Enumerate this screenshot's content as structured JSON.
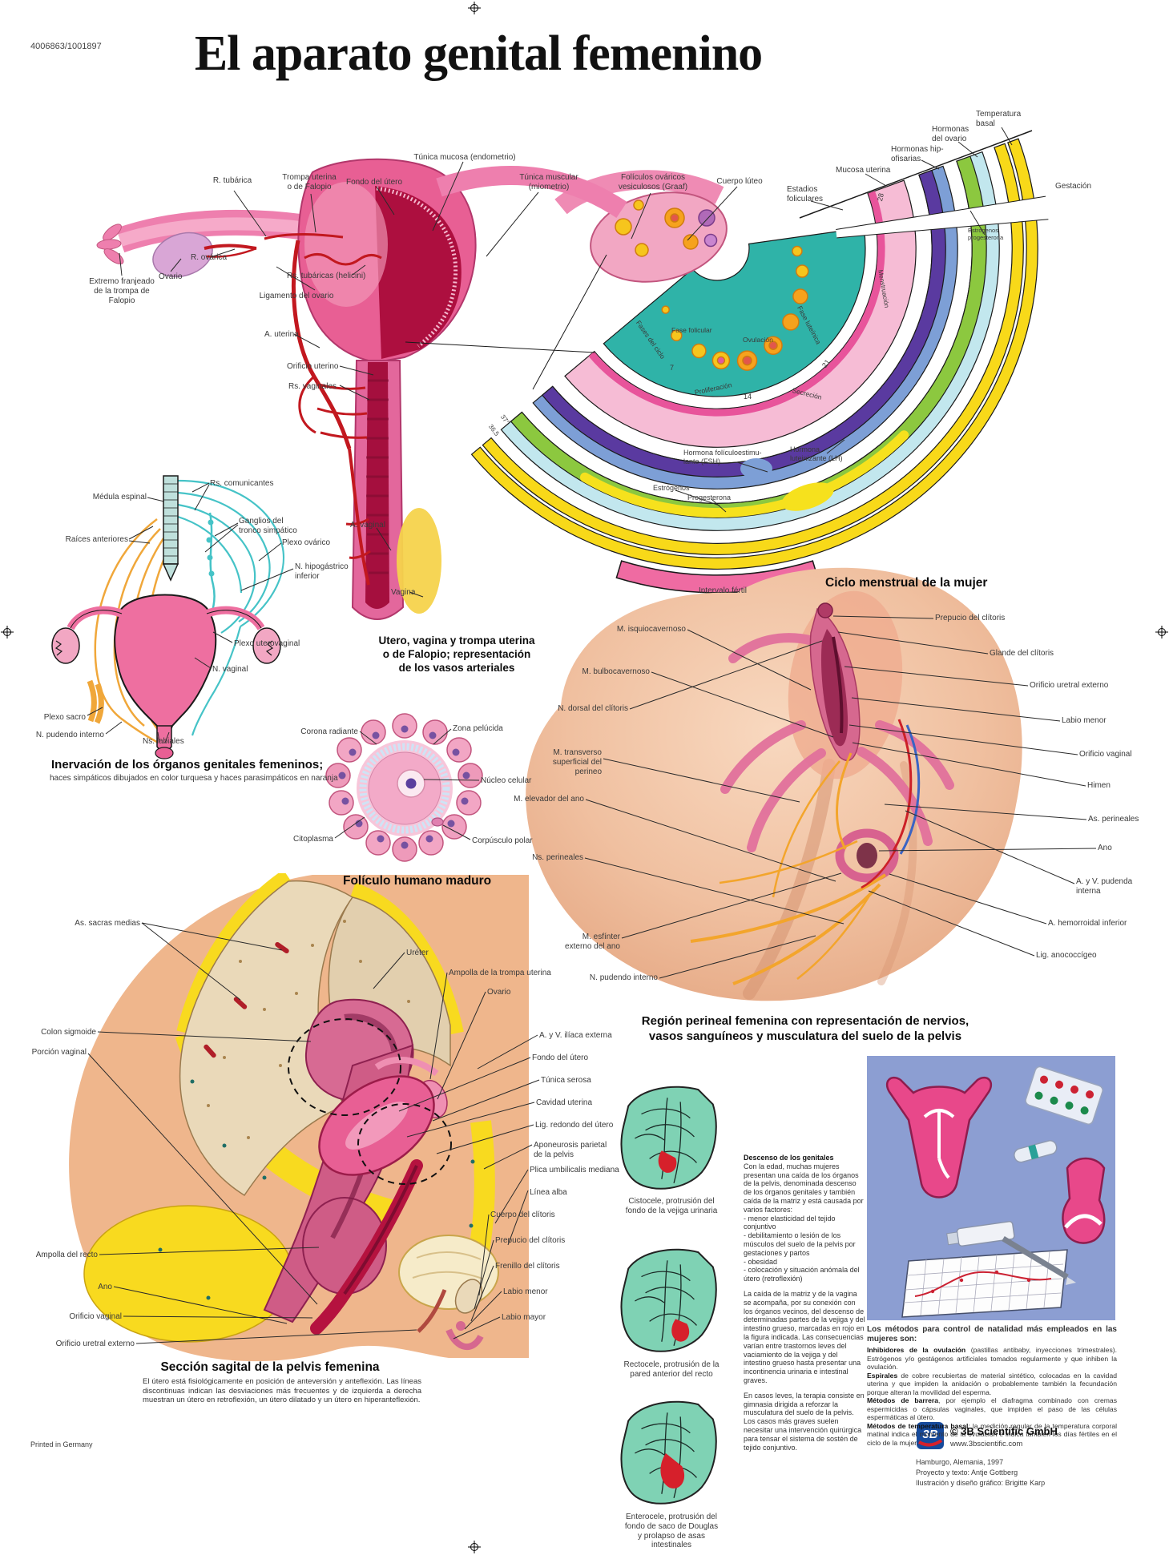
{
  "page": {
    "code": "4006863/1001897",
    "title": "El aparato genital femenino",
    "printed": "Printed in Germany"
  },
  "uterus": {
    "r_tubarica": "R. tubárica",
    "trompa": "Trompa uterina\no de Falopio",
    "fondo": "Fondo del útero",
    "tunica_mucosa": "Túnica mucosa (endometrio)",
    "tunica_muscular": "Túnica muscular\n(miometrio)",
    "foliculos": "Folículos ováricos\nvesiculosos (Graaf)",
    "cuerpo_luteo": "Cuerpo lúteo",
    "ligamento": "Ligamento del ovario",
    "r_ovarica": "R. ovárica",
    "ovario": "Ovario",
    "extremo": "Extremo franjeado\nde la trompa de\nFalopio",
    "rs_tubaricas": "Rs. tubáricas (helicini)",
    "a_uterina": "A. uterina",
    "orificio_uterino": "Orificio uterino",
    "rs_vaginales": "Rs. vaginales",
    "a_vaginal": "A. vaginal",
    "vagina": "Vagina",
    "caption": "Utero, vagina y trompa uterina\no de Falopio; representación\nde los vasos arteriales"
  },
  "cycle": {
    "estadios": "Estadios\nfoliculares",
    "mucosa": "Mucosa uterina",
    "hipofisarias": "Hormonas hip-\nofisarias",
    "hormonas_ovario": "Hormonas\ndel ovario",
    "temperatura": "Temperatura\nbasal",
    "gestacion": "Gestación",
    "estro_prog": "Estrógenos\nprogesterona",
    "fases": "Fases del ciclo",
    "fase_folicular": "Fase folicular",
    "ovulacion": "Ovulación",
    "fase_luteinica": "Fase luteínica",
    "menstruacion": "Menstruación",
    "proliferacion": "Proliferación",
    "secrecion": "Secreción",
    "fsh": "Hormona folículoestimu-\nlante (FSH)",
    "lh": "Hormona\nluteinizante (LH)",
    "estrogenos": "Estrógenos",
    "progesterona": "Progesterona",
    "intervalo": "Intervalo fértil",
    "t37": "37°",
    "t365": "36,5",
    "d7": "7",
    "d14": "14",
    "d21": "21",
    "d28": "28",
    "caption": "Ciclo menstrual de la mujer"
  },
  "innervation": {
    "medula": "Médula espinal",
    "comunicantes": "Rs. comunicantes",
    "ganglios": "Ganglios del\ntronco simpático",
    "raices": "Raíces anteriores",
    "plexo_ovarico": "Plexo ovárico",
    "hipogastrico": "N. hipogástrico\ninferior",
    "uterovaginal": "Plexo uterovaginal",
    "n_vaginal": "N. vaginal",
    "plexo_sacro": "Plexo sacro",
    "pudendo": "N. pudendo interno",
    "labiales": "Ns. labiales",
    "caption": "Inervación de los órganos genitales femeninos;",
    "subcaption": "haces simpáticos dibujados en color turquesa y haces parasimpáticos en naranja"
  },
  "follicle": {
    "corona": "Corona radiante",
    "zona": "Zona pelúcida",
    "nucleo": "Núcleo celular",
    "citoplasma": "Citoplasma",
    "corpusculo": "Corpúsculo polar",
    "caption": "Folículo humano maduro"
  },
  "perineal": {
    "left": [
      "M. isquiocavernoso",
      "M. bulbocavernoso",
      "N. dorsal del clítoris",
      "M. transverso\nsuperficial del\nperineo",
      "M. elevador del ano",
      "Ns. perineales",
      "M. esfínter\nexterno del ano",
      "N. pudendo interno"
    ],
    "right": [
      "Prepucio del clítoris",
      "Glande del clítoris",
      "Orificio uretral externo",
      "Labio menor",
      "Orificio vaginal",
      "Himen",
      "As. perineales",
      "Ano",
      "A. y V. pudenda\ninterna",
      "A. hemorroidal inferior",
      "Lig. anococcígeo"
    ],
    "caption": "Región perineal femenina con representación de nervios,\nvasos sanguíneos y musculatura del suelo de la pelvis"
  },
  "sagittal": {
    "left": [
      "As. sacras medias",
      "Colon sigmoide",
      "Porción vaginal",
      "Ampolla del recto",
      "Ano",
      "Orificio vaginal",
      "Orificio uretral externo"
    ],
    "right": [
      "Uréter",
      "Ampolla de la trompa uterina",
      "Ovario",
      "A. y V. ilíaca externa",
      "Fondo del útero",
      "Túnica serosa",
      "Cavidad uterina",
      "Lig. redondo del útero",
      "Aponeurosis parietal\nde la pelvis",
      "Plica umbilicalis mediana",
      "Línea alba",
      "Cuerpo del clítoris",
      "Prepucio del clítoris",
      "Frenillo del clítoris",
      "Labio menor",
      "Labio mayor"
    ],
    "caption_title": "Sección sagital de la pelvis femenina",
    "caption_text": "El útero está fisiológicamente en posición de anteversión y anteflexión. Las líneas discontinuas indican las desviaciones más frecuentes y de izquierda a derecha muestran un útero en retroflexión, un útero dilatado y un útero en hiperanteflexión."
  },
  "descent": {
    "figures": [
      "Cistocele, protrusión del\nfondo de la vejiga urinaria",
      "Rectocele, protrusión de la\npared anterior del recto",
      "Enterocele, protrusión del\nfondo de saco de Douglas\ny prolapso de asas\nintestinales"
    ],
    "heading": "Descenso de los genitales",
    "p1": "Con la edad, muchas mujeres presentan una caída de los órganos de la pelvis, denominada descenso de los órganos genitales y también caída de la matriz y está causada por varios factores:",
    "bullets": [
      "- menor elasticidad del tejido conjuntivo",
      "- debilitamiento o lesión de los músculos del suelo de la pelvis por gestaciones y partos",
      "- obesidad",
      "- colocación y situación anómala del útero (retroflexión)"
    ],
    "p2": "La caída de la matriz y de la vagina se acompaña, por su conexión con los órganos vecinos, del descenso de determinadas partes de la vejiga y del intestino grueso, marcadas en rojo en la figura indicada. Las consecuencias varían entre trastornos leves del vaciamiento de la vejiga y del intestino grueso hasta presentar una incontinencia urinaria e intestinal graves.",
    "p3": "En casos leves, la terapia consiste en gimnasia dirigida a reforzar la musculatura del suelo de la pelvis. Los casos más graves suelen necesitar una intervención quirúrgica para tensar el sistema de sostén de tejido conjuntivo."
  },
  "methods": {
    "heading": "Los métodos para control de natalidad más empleados en las mujeres son:",
    "items": [
      {
        "lead": "Inhibidores de la ovulación",
        "rest": " (pastillas antibaby, inyecciones trimestrales). Estrógenos y/o gestágenos artificiales tomados regularmente y que inhiben la ovulación."
      },
      {
        "lead": "Espirales",
        "rest": " de cobre recubiertas de material sintético, colocadas en la cavidad uterina y que impiden la anidación o probablemente también la fecundación porque alteran la movilidad del esperma."
      },
      {
        "lead": "Métodos de barrera",
        "rest": ", por ejemplo el diafragma combinado con cremas espermicidas o cápsulas vaginales, que impiden el paso de las células espermáticas al útero."
      },
      {
        "lead": "Métodos de temperatura basal",
        "rest": ": la medición regular de la temperatura corporal matinal indica el momento de la ovulación e indica también los días fértiles en el ciclo de la mujer."
      }
    ]
  },
  "credits": {
    "logo": "3B",
    "company": "© 3B Scientific GmbH",
    "url": "www.3bscientific.com",
    "city": "Hamburgo, Alemania, 1997",
    "project": "Proyecto y texto: Antje Gottberg",
    "illustration": "Ilustración y diseño gráfico: Brigitte Karp"
  }
}
